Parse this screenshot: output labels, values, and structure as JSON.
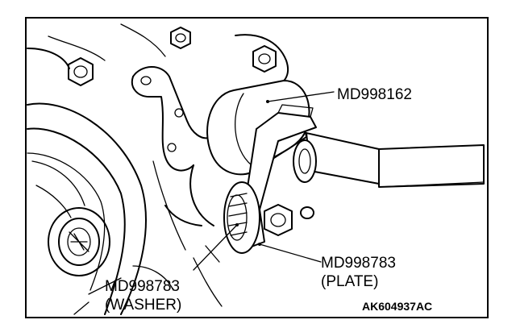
{
  "diagram": {
    "callouts": [
      {
        "id": "tool-main",
        "line1": "MD998162",
        "line2": ""
      },
      {
        "id": "tool-plate",
        "line1": "MD998783",
        "line2": "(PLATE)"
      },
      {
        "id": "tool-washer",
        "line1": "MD998783",
        "line2": "(WASHER)"
      }
    ],
    "figure_id": "AK604937AC"
  }
}
